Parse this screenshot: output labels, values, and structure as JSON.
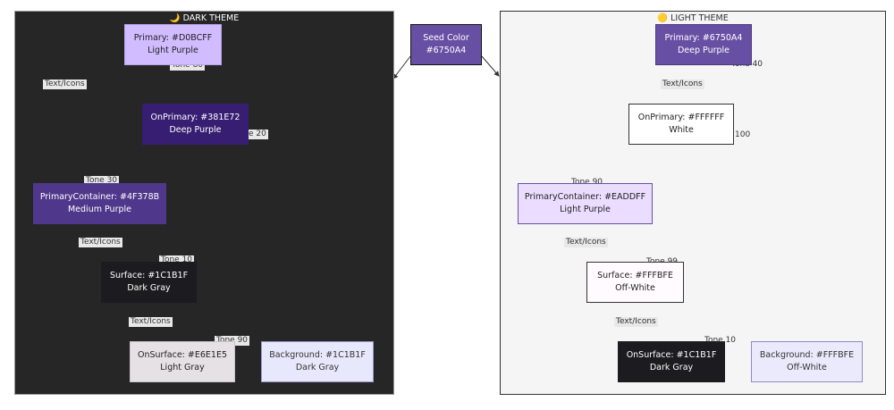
{
  "seed": {
    "line1": "Seed Color",
    "line2": "#6750A4"
  },
  "dark": {
    "title": "🌙 DARK THEME",
    "primary": {
      "line1": "Primary: #D0BCFF",
      "line2": "Light Purple"
    },
    "on_primary": {
      "line1": "OnPrimary: #381E72",
      "line2": "Deep Purple"
    },
    "primary_container": {
      "line1": "PrimaryContainer: #4F378B",
      "line2": "Medium Purple"
    },
    "surface": {
      "line1": "Surface: #1C1B1F",
      "line2": "Dark Gray"
    },
    "on_surface": {
      "line1": "OnSurface: #E6E1E5",
      "line2": "Light Gray"
    },
    "background": {
      "line1": "Background: #1C1B1F",
      "line2": "Dark Gray"
    },
    "edge_labels": [
      "Text/Icons",
      "Text/Icons",
      "Text/Icons"
    ],
    "tone_labels": [
      "Tone 80",
      "e 20",
      "Tone 30",
      "Tone 10",
      "Tone 90"
    ]
  },
  "light": {
    "title": "🟡 LIGHT THEME",
    "primary": {
      "line1": "Primary: #6750A4",
      "line2": "Deep Purple"
    },
    "on_primary": {
      "line1": "OnPrimary: #FFFFFF",
      "line2": "White"
    },
    "primary_container": {
      "line1": "PrimaryContainer: #EADDFF",
      "line2": "Light Purple"
    },
    "surface": {
      "line1": "Surface: #FFFBFE",
      "line2": "Off-White"
    },
    "on_surface": {
      "line1": "OnSurface: #1C1B1F",
      "line2": "Dark Gray"
    },
    "background": {
      "line1": "Background: #FFFBFE",
      "line2": "Off-White"
    },
    "edge_labels": [
      "Text/Icons",
      "Text/Icons",
      "Text/Icons"
    ],
    "tone_labels": [
      "Tone 40",
      "100",
      "Tone 90",
      "Tone 99",
      "Tone 10"
    ]
  },
  "colors": {
    "dark_panel": "#262626",
    "light_panel": "#F5F5F5",
    "seed": "#6750A4",
    "d_primary": "#D0BCFF",
    "d_on_primary": "#381E72",
    "d_primary_container": "#4F378B",
    "d_surface": "#1C1B1F",
    "d_on_surface": "#E6E1E5",
    "d_background": "#E8E8FC",
    "l_primary": "#6750A4",
    "l_on_primary": "#FFFFFF",
    "l_primary_container": "#EADDFF",
    "l_surface": "#FFFBFE",
    "l_on_surface": "#1C1B1F",
    "l_background": "#EAEAFC"
  }
}
